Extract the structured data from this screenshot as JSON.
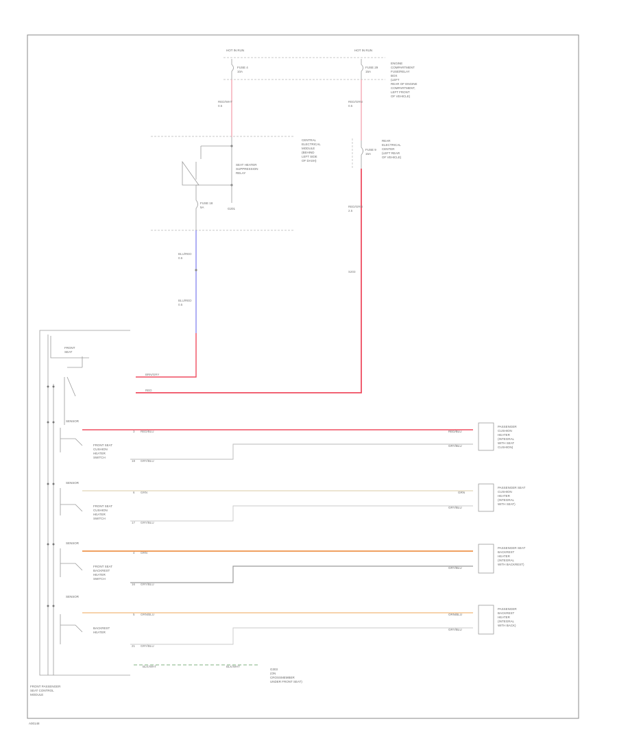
{
  "diagram": {
    "top_fuse_left": {
      "header": "HOT IN RUN",
      "fuse": "FUSE 4",
      "amps": "10A",
      "wire_color": "RED/WHT",
      "wire_size": "0.5"
    },
    "top_fuse_right": {
      "header": "HOT IN RUN",
      "fuse": "FUSE 29",
      "amps": "15A",
      "wire_color": "RED/GRN",
      "wire_size": "0.5",
      "box_label": [
        "ENGINE",
        "COMPARTMENT",
        "FUSE/RELAY",
        "BOX",
        "(LEFT",
        "REAR OF ENGINE",
        "COMPARTMENT,",
        "LEFT FRONT",
        "OF VEHICLE)"
      ]
    },
    "central_box_left": {
      "label": [
        "CENTRAL",
        "ELECTRICAL",
        "MODULE",
        "(BEHIND",
        "LEFT SIDE",
        "OF DASH)"
      ],
      "relay_label": [
        "SEAT HEATER",
        "SUPPRESSION",
        "RELAY"
      ],
      "fuse": "FUSE 18",
      "amps": "5A",
      "ground": "G201"
    },
    "central_box_right": {
      "label": [
        "REAR",
        "ELECTRICAL",
        "CENTER",
        "(LEFT REAR",
        "OF VEHICLE)"
      ],
      "fuse": "FUSE 9",
      "amps": "15A"
    },
    "left_wire": {
      "upper_color": "BLU/RED",
      "upper_size": "0.5",
      "lower_color": "BLU/RED",
      "lower_size": "0.5",
      "connector_color": "BRN/GRY"
    },
    "right_wire": {
      "color": "RED/GRN",
      "size": "2.5",
      "splice": "S203",
      "connector_color": "RED"
    },
    "module": {
      "header_label": [
        "FRONT",
        "SEAT"
      ],
      "name": [
        "FRONT PASSENGER",
        "SEAT CONTROL",
        "MODULE"
      ],
      "groups": [
        {
          "label": [
            "FRONT SEAT",
            "CUSHION",
            "HEATER",
            "SWITCH"
          ],
          "sensor_label": "SENSOR",
          "hot_wire": "RED/BLU",
          "ret_wire": "GRY/BLU",
          "pin_hot": "3",
          "pin_ret": "18"
        },
        {
          "label": [
            "FRONT SEAT",
            "CUSHION",
            "HEATER",
            "SWITCH"
          ],
          "sensor_label": "SENSOR",
          "hot_wire": "GRN",
          "ret_wire": "GRY/BLU",
          "pin_hot": "6",
          "pin_ret": "17"
        },
        {
          "label": [
            "FRONT SEAT",
            "BACKREST",
            "HEATER",
            "SWITCH"
          ],
          "sensor_label": "SENSOR",
          "hot_wire": "ORN",
          "ret_wire": "GRY/BLU",
          "pin_hot": "4",
          "pin_ret": "16"
        },
        {
          "label": [
            "BACKREST",
            "HEATER"
          ],
          "sensor_label": "SENSOR",
          "hot_wire": "ORN/BLU",
          "ret_wire": "GRY/BLU",
          "pin_hot": "5",
          "pin_ret": "21"
        }
      ],
      "ground_wire": "BLK/WHT",
      "ground_wire2": "BLK/WHT",
      "ground_id": "G303",
      "ground_label": [
        "(ON",
        "CROSSMEMBER",
        "UNDER FRONT SEAT)"
      ]
    },
    "targets": [
      {
        "label": [
          "PASSENGER",
          "CUSHION",
          "HEATER",
          "(INTEGRAL",
          "WITH SEAT",
          "CUSHION)"
        ],
        "wire_top": "RED/BLU",
        "wire_bot": "GRY/BLU"
      },
      {
        "label": [
          "PASSENGER SEAT",
          "CUSHION",
          "HEATER",
          "(INTEGRAL",
          "WITH SEAT)"
        ],
        "wire_top": "GRN",
        "wire_bot": "GRY/BLU"
      },
      {
        "label": [
          "PASSENGER SEAT",
          "BACKREST",
          "HEATER",
          "(INTEGRAL",
          "WITH BACKREST)"
        ],
        "wire_top": "",
        "wire_bot": "GRY/BLU"
      },
      {
        "label": [
          "PASSENGER",
          "BACKREST",
          "HEATER",
          "(INTEGRAL",
          "WITH BACK)"
        ],
        "wire_top": "ORN/BLU",
        "wire_bot": "GRY/BLU"
      }
    ],
    "footer_id": "A00148"
  },
  "colors": {
    "red_wire": "#ef4b5e",
    "pink_wire": "#f6a8b4",
    "blue_wire": "#8c8cf0",
    "green_wire": "#e6dcc2",
    "orange_wire": "#f0a060",
    "orange_light": "#f4c48e",
    "gray_wire": "#b8b8b8",
    "frame": "#8a8a8a"
  }
}
